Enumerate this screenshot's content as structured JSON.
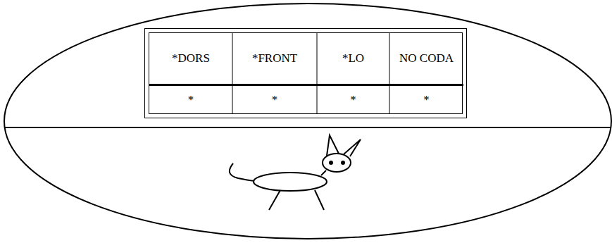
{
  "diagram": {
    "labels": [
      "*DORS",
      "*FRONT",
      "*LO",
      "NO CODA",
      "*",
      "*",
      "*",
      "*"
    ]
  }
}
